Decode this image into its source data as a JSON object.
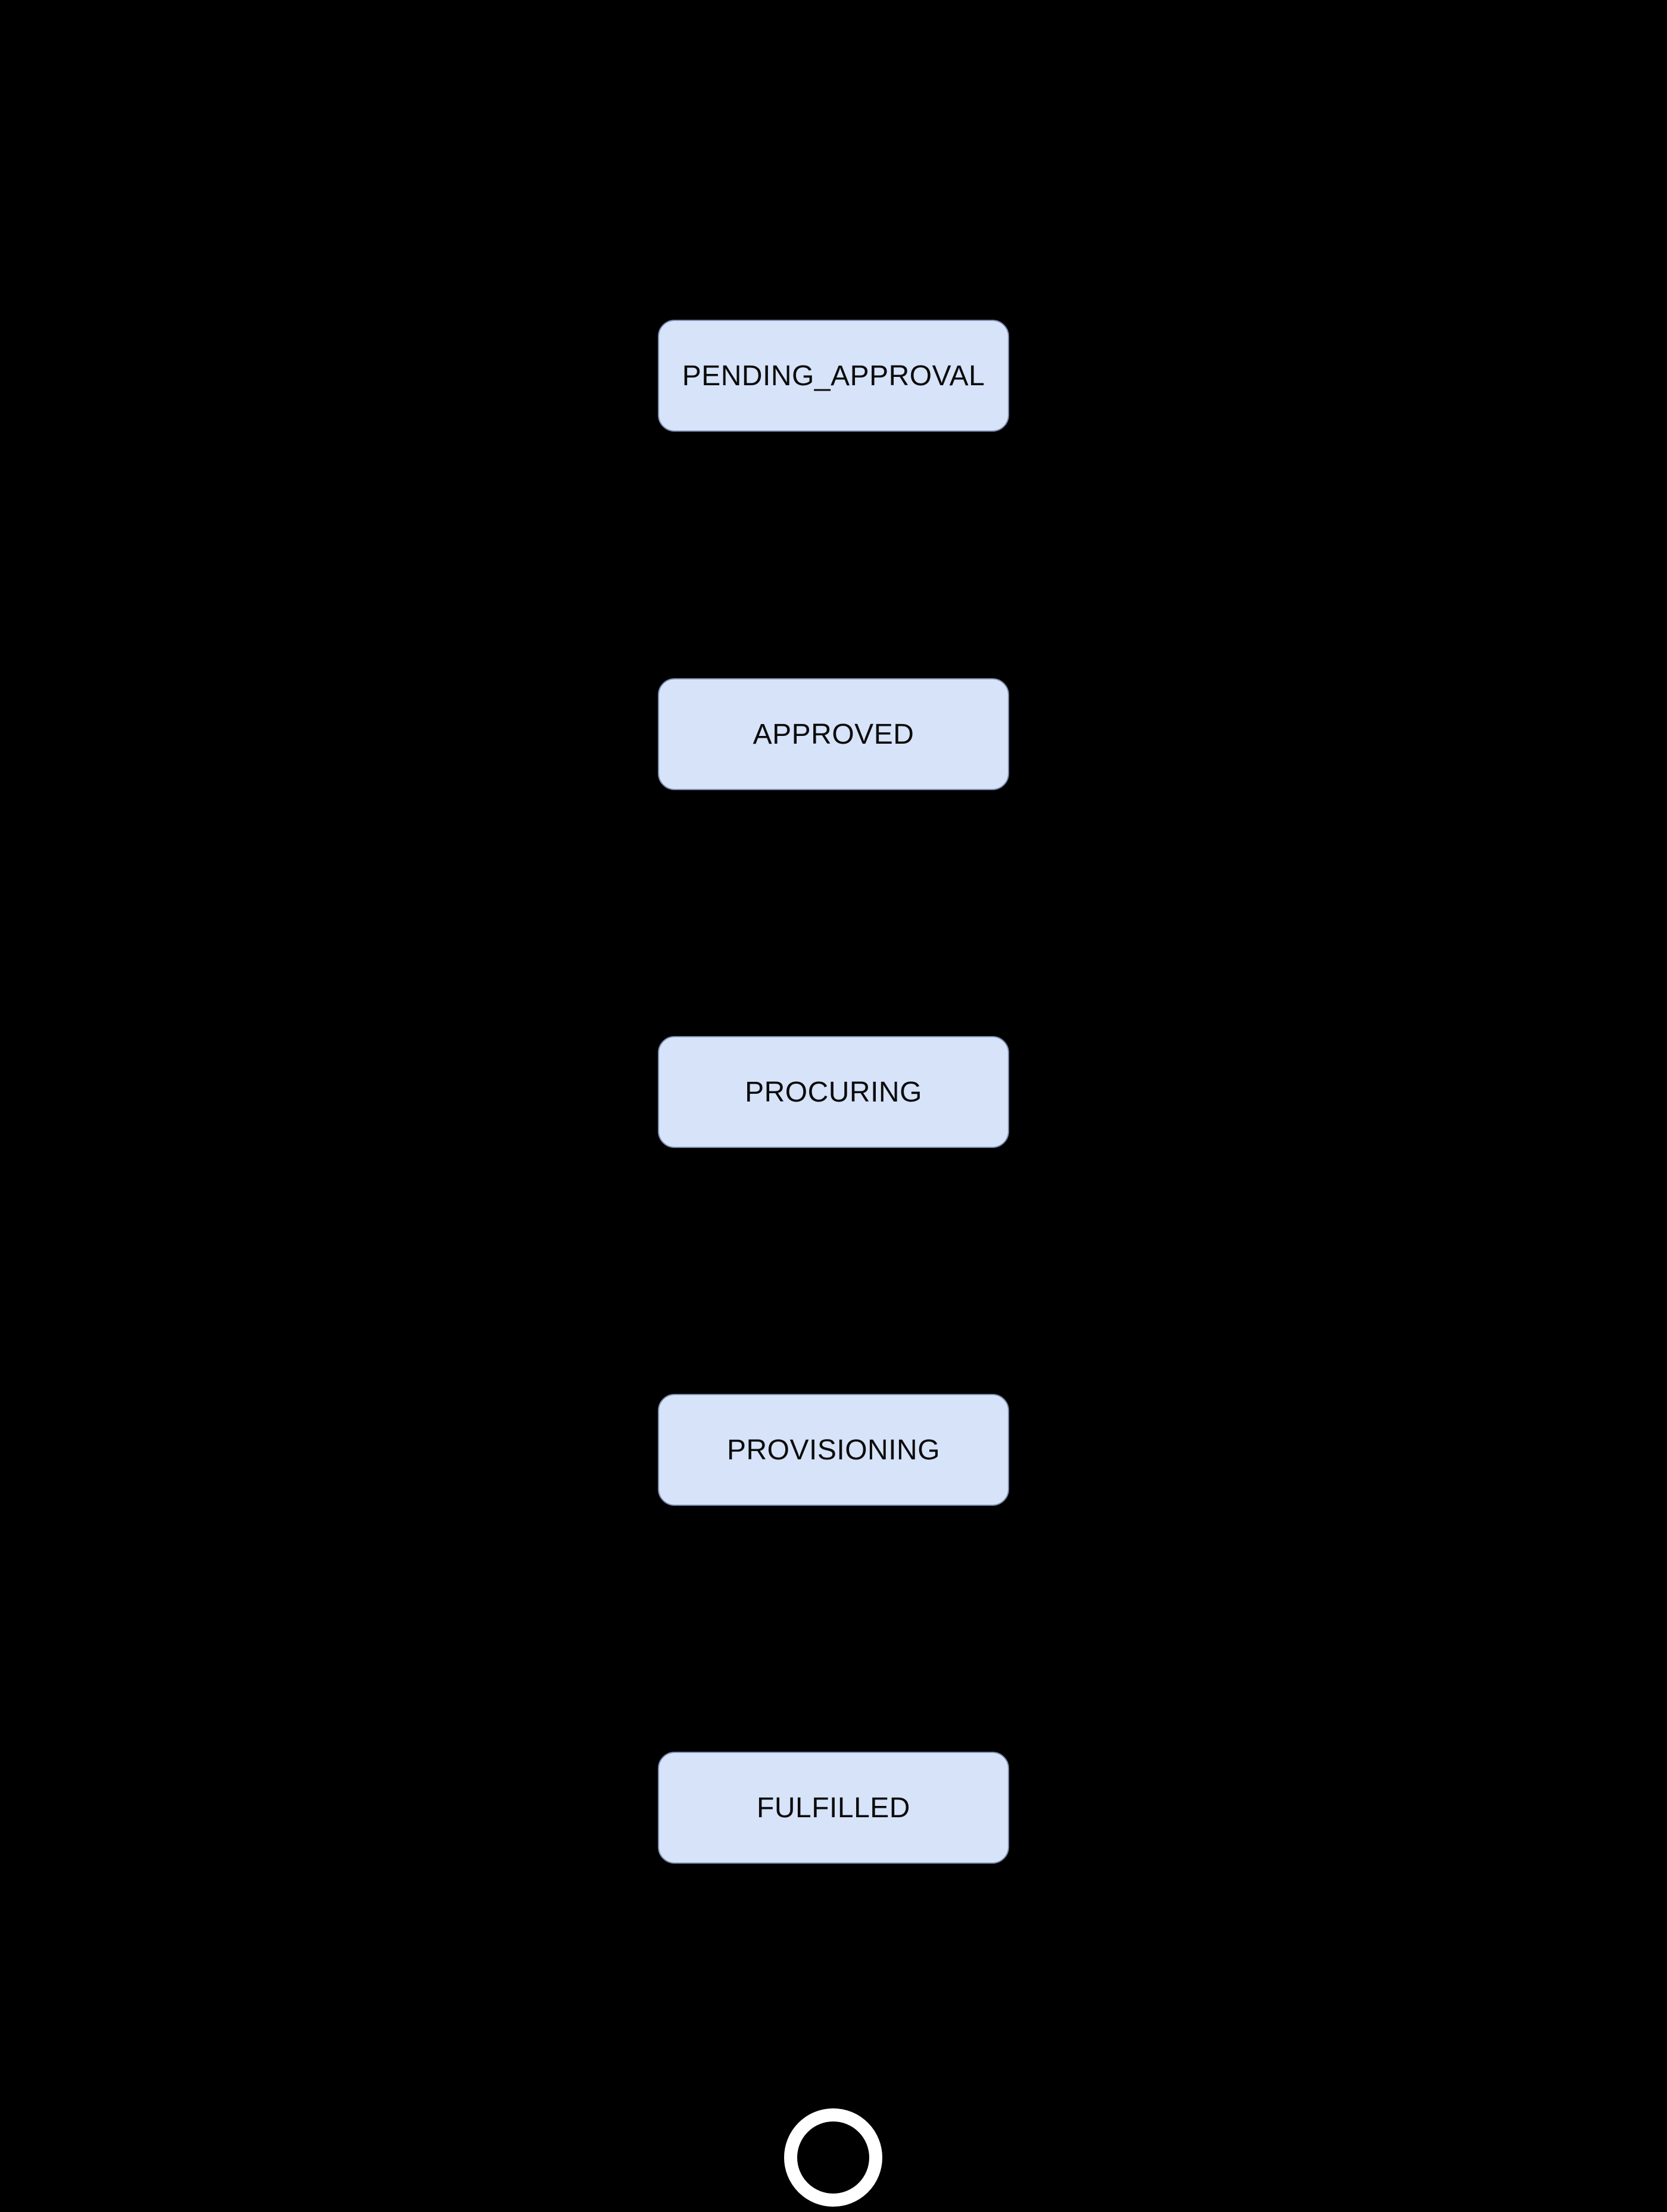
{
  "diagram": {
    "type": "state-flow-vertical",
    "colors": {
      "background": "#000000",
      "node_fill": "#d7e3f8",
      "node_border": "#7c8db0",
      "node_text": "#0b0b0b",
      "final_ring": "#ffffff"
    },
    "nodes": [
      {
        "id": "pending_approval",
        "label": "PENDING_APPROVAL"
      },
      {
        "id": "approved",
        "label": "APPROVED"
      },
      {
        "id": "procuring",
        "label": "PROCURING"
      },
      {
        "id": "provisioning",
        "label": "PROVISIONING"
      },
      {
        "id": "fulfilled",
        "label": "FULFILLED"
      }
    ],
    "final_state": {
      "shape": "outlined-circle"
    }
  }
}
